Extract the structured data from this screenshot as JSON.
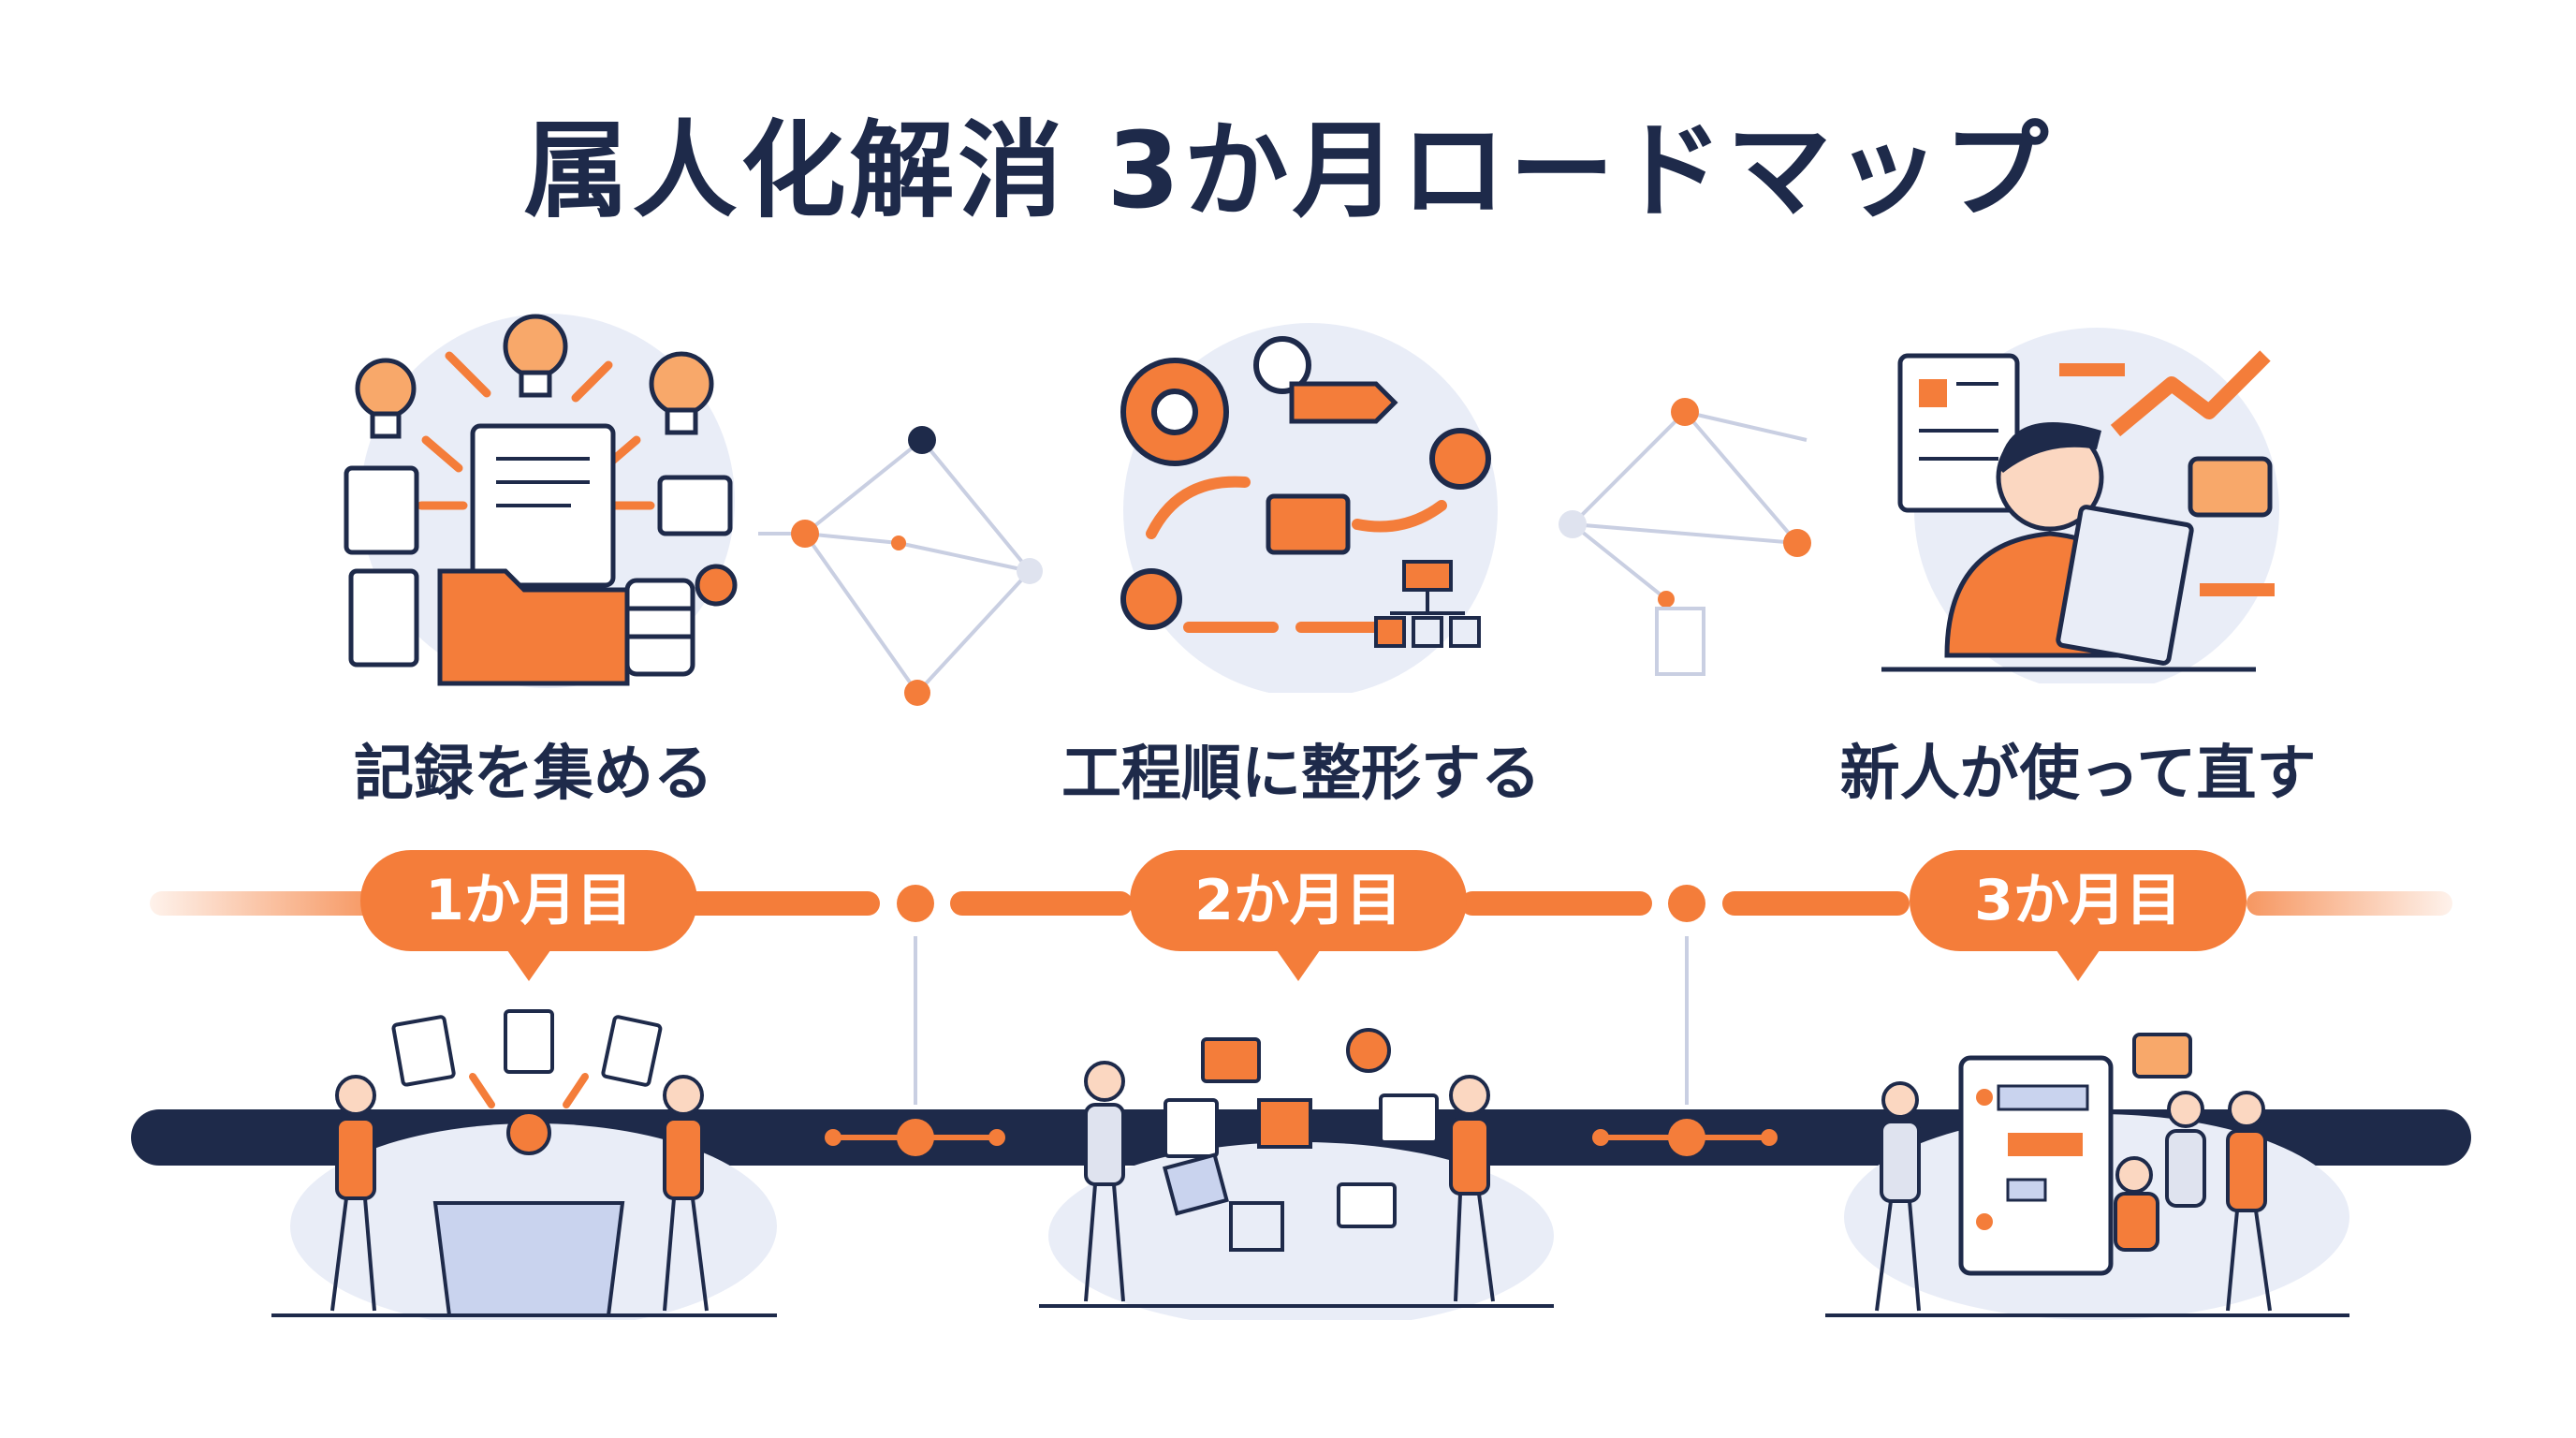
{
  "title": "属人化解消 3か月ロードマップ",
  "colors": {
    "accent": "#f47d3a",
    "navy": "#1e2a4a",
    "light": "#e9edf7"
  },
  "steps": [
    {
      "label": "記録を集める",
      "month": "1か月目"
    },
    {
      "label": "工程順に整形する",
      "month": "2か月目"
    },
    {
      "label": "新人が使って直す",
      "month": "3か月目"
    }
  ]
}
